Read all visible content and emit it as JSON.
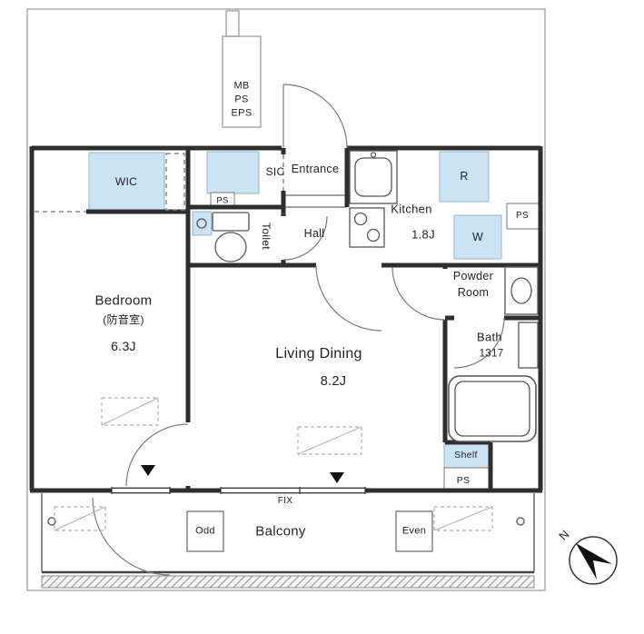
{
  "colors": {
    "accent": "#cbe3f2",
    "wall": "#2e2e2e",
    "thin_line": "#777777",
    "text": "#222222"
  },
  "shaft": {
    "mb": "MB",
    "ps": "PS",
    "eps": "EPS"
  },
  "rooms": {
    "wic": {
      "label": "WIC"
    },
    "sic": {
      "label": "SIC"
    },
    "ps_entry": {
      "label": "PS"
    },
    "entrance": {
      "label": "Entrance"
    },
    "toilet": {
      "label": "Toilet"
    },
    "hall": {
      "label": "Hall"
    },
    "kitchen": {
      "label": "Kitchen",
      "size": "1.8J"
    },
    "fridge": {
      "label": "R"
    },
    "washer": {
      "label": "W"
    },
    "ps_right": {
      "label": "PS"
    },
    "powder_room": {
      "line1": "Powder",
      "line2": "Room"
    },
    "bath": {
      "label": "Bath",
      "size": "1317"
    },
    "bedroom": {
      "label": "Bedroom",
      "sub": "(防音室)",
      "size": "6.3J"
    },
    "living_dining": {
      "label": "Living Dining",
      "size": "8.2J"
    },
    "shelf": {
      "label": "Shelf"
    },
    "ps_bottom": {
      "label": "PS"
    },
    "balcony": {
      "label": "Balcony",
      "fix": "FIX",
      "odd": "Odd",
      "even": "Even"
    }
  },
  "compass": {
    "label": "N"
  }
}
